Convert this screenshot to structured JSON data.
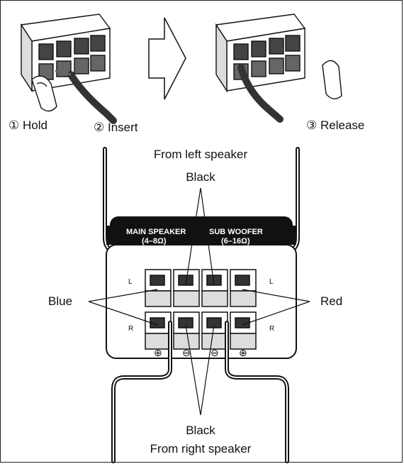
{
  "steps": [
    {
      "num": "①",
      "label": "Hold"
    },
    {
      "num": "②",
      "label": "Insert"
    },
    {
      "num": "③",
      "label": "Release"
    }
  ],
  "top_labels": {
    "from_left": "From left speaker",
    "black_top": "Black"
  },
  "panel": {
    "main_speaker": "MAIN SPEAKER",
    "main_impedance": "(4–8Ω)",
    "sub_woofer": "SUB WOOFER",
    "sub_impedance": "(6–16Ω)",
    "row_left": "L",
    "row_right": "R",
    "polarity": [
      "⊕",
      "⊖",
      "⊖",
      "⊕"
    ]
  },
  "side_labels": {
    "blue": "Blue",
    "red": "Red"
  },
  "bottom_labels": {
    "black_bottom": "Black",
    "from_right": "From right speaker"
  }
}
